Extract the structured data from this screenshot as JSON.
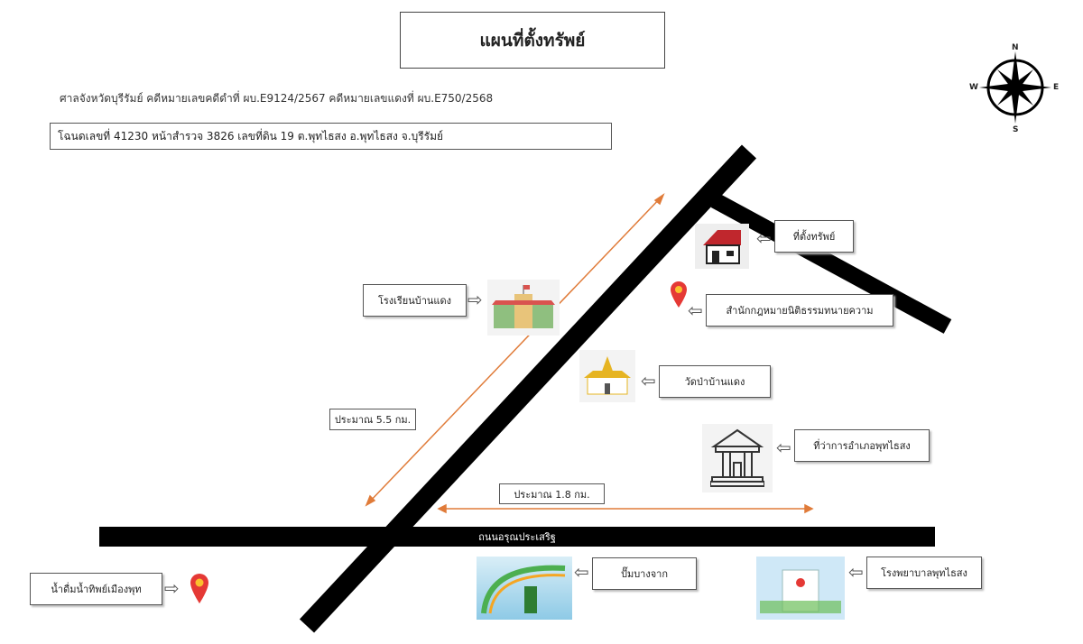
{
  "title": "แผนที่ตั้งทรัพย์",
  "case_info": "ศาลจังหวัดบุรีรัมย์ คดีหมายเลขคดีดำที่ ผบ.E9124/2567  คดีหมายเลขแดงที่ ผบ.E750/2568",
  "deed_info": "โฉนดเลขที่ 41230 หน้าสำรวจ 3826 เลขที่ดิน 19 ต.พุทไธสง อ.พุทไธสง จ.บุรีรัมย์",
  "compass": {
    "n": "N",
    "e": "E",
    "s": "S",
    "w": "W"
  },
  "landmarks": {
    "property": "ที่ตั้งทรัพย์",
    "school": "โรงเรียนบ้านแดง",
    "law_office": "สำนักกฎหมายนิติธรรมทนายความ",
    "temple": "วัดป่าบ้านแดง",
    "district_office": "ที่ว่าการอำเภอพุทไธสง",
    "water": "น้ำดื่มน้ำทิพย์เมืองพุท",
    "gas_station": "ปั๊มบางจาก",
    "hospital": "โรงพยาบาลพุทไธสง"
  },
  "distances": {
    "diag": "ประมาณ 5.5 กม.",
    "horiz": "ประมาณ 1.8 กม."
  },
  "road_name": "ถนนอรุณประเสริฐ",
  "colors": {
    "road": "#000000",
    "distance": "#e07b39",
    "roof": "#c0272d",
    "pin": "#e53935"
  }
}
